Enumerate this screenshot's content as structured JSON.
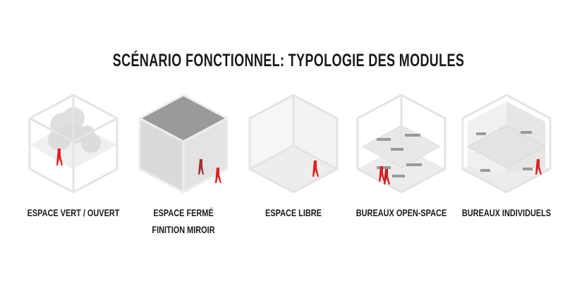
{
  "title": "SCÉNARIO FONCTIONNEL: TYPOLOGIE DES MODULES",
  "modules": [
    {
      "line1": "ESPACE VERT / OUVERT",
      "line2": ""
    },
    {
      "line1": "ESPACE FERMÉ",
      "line2": "FINITION MIROIR"
    },
    {
      "line1": "ESPACE LIBRE",
      "line2": ""
    },
    {
      "line1": "BUREAUX OPEN-SPACE",
      "line2": ""
    },
    {
      "line1": "BUREAUX INDIVIDUELS",
      "line2": ""
    }
  ],
  "colors": {
    "figure": "#e02020",
    "frame": "#e4e4e4"
  }
}
